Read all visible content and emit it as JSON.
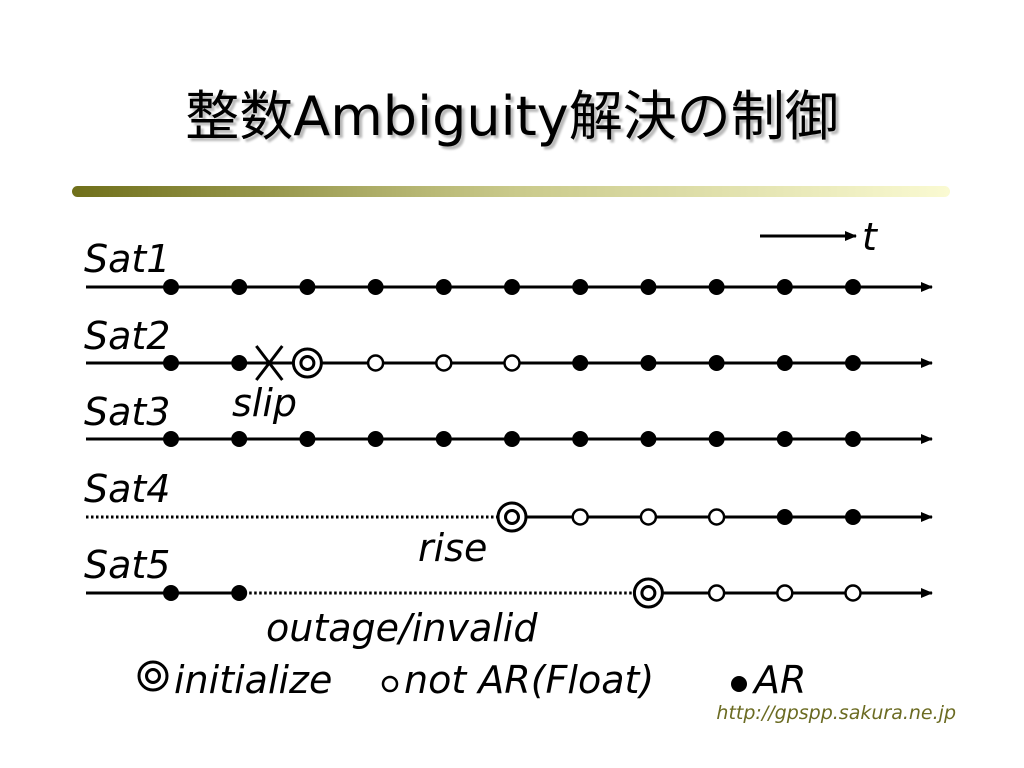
{
  "slide": {
    "title": "整数Ambiguity解決の制御",
    "url": "http://gpspp.sakura.ne.jp",
    "colors": {
      "rule_start": "#6f6f1a",
      "rule_mid": "#c9c98a",
      "rule_end": "#fafad2",
      "url": "#6b6b22"
    }
  },
  "diagram": {
    "time_label": "t",
    "epochs": 11,
    "satellites": [
      {
        "name": "Sat1",
        "states": [
          "AR",
          "AR",
          "AR",
          "AR",
          "AR",
          "AR",
          "AR",
          "AR",
          "AR",
          "AR",
          "AR"
        ],
        "dotted_until": 0
      },
      {
        "name": "Sat2",
        "states": [
          "AR",
          "AR",
          "init",
          "float",
          "float",
          "float",
          "AR",
          "AR",
          "AR",
          "AR",
          "AR"
        ],
        "dotted_until": 0,
        "slip_after_epoch": 1
      },
      {
        "name": "Sat3",
        "states": [
          "AR",
          "AR",
          "AR",
          "AR",
          "AR",
          "AR",
          "AR",
          "AR",
          "AR",
          "AR",
          "AR"
        ],
        "dotted_until": 0
      },
      {
        "name": "Sat4",
        "states": [
          "none",
          "none",
          "none",
          "none",
          "none",
          "init",
          "float",
          "float",
          "float",
          "AR",
          "AR"
        ],
        "dotted_until": 5
      },
      {
        "name": "Sat5",
        "states": [
          "AR",
          "AR",
          "none",
          "none",
          "none",
          "none",
          "none",
          "init",
          "float",
          "float",
          "float"
        ],
        "dotted_from": 1,
        "dotted_until": 7
      }
    ],
    "annotations": {
      "slip": "slip",
      "rise": "rise",
      "outage": "outage/invalid"
    },
    "legend": {
      "initialize": "initialize",
      "float": "not AR(Float)",
      "ar": "AR"
    }
  }
}
